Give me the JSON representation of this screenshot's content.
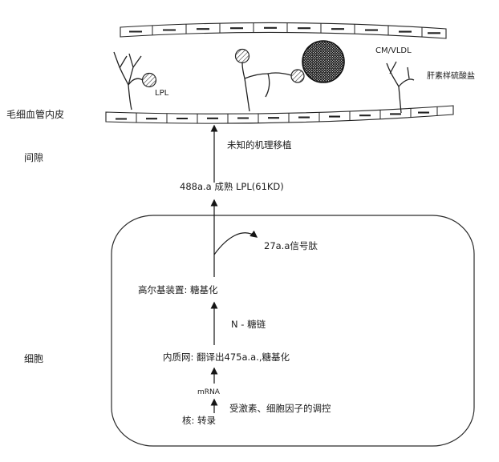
{
  "figure": {
    "region_labels": {
      "capillary_endothelium": "毛细血管内皮",
      "interstice": "间隙",
      "cell": "细胞"
    },
    "capillary_labels": {
      "lpl": "LPL",
      "cm_vldl": "CM/VLDL",
      "heparin_like_sulfate": "肝素样硫酸盐"
    },
    "pathway": {
      "translocation": "未知的机理移植",
      "mature_lpl": "488a.a 成熟 LPL(61KD)",
      "signal_peptide": "27a.a信号肽",
      "golgi": "高尔基装置: 糖基化",
      "n_glycan": "N - 糖链",
      "er": "内质网: 翻译出475a.a.,糖基化",
      "mrna": "mRNA",
      "nucleus_transcription": "核: 转录",
      "regulation": "受激素、细胞因子的调控"
    },
    "colors": {
      "ink": "#1c1c1c",
      "background": "#ffffff"
    }
  }
}
